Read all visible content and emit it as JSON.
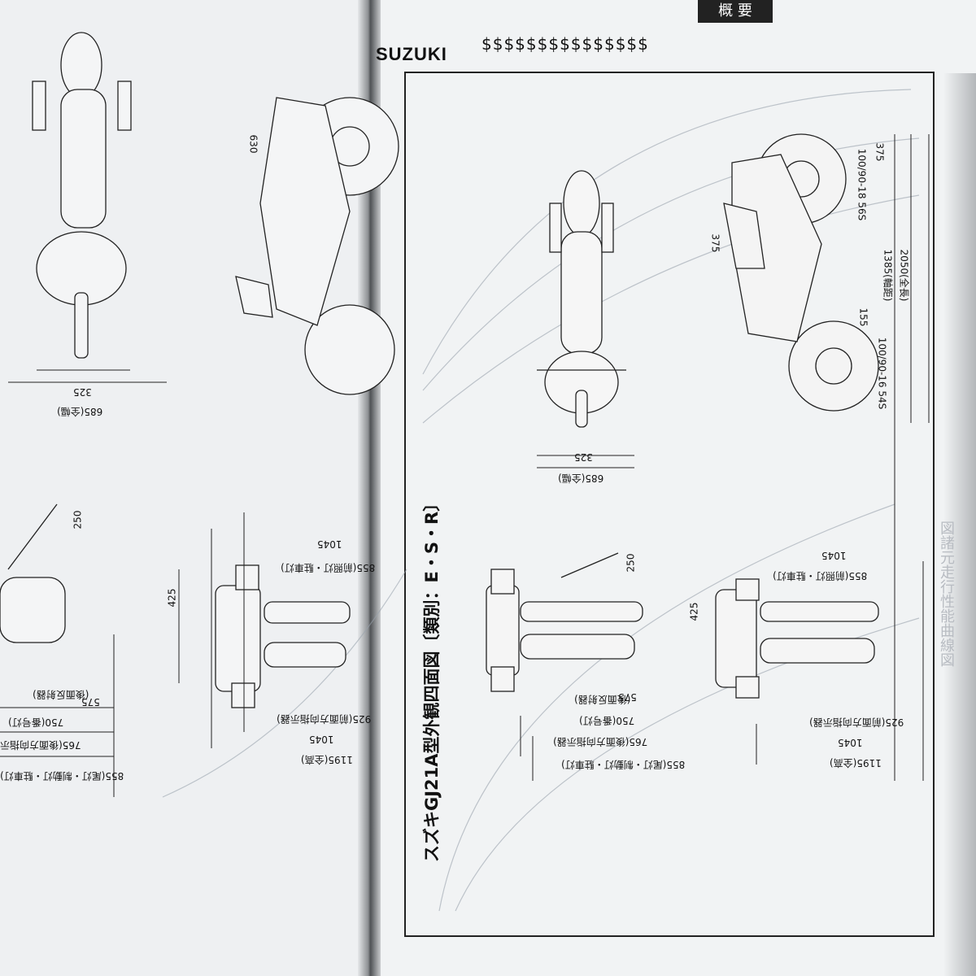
{
  "header": {
    "brand": "SUZUKI",
    "brand_pattern": "$$$$$$$$$$$$$$$",
    "tab_label": "概 要"
  },
  "figure": {
    "title": "スズキGJ21A型外観四面図〔類別：E・S・R〕"
  },
  "right_dims": {
    "width_top": "325",
    "width_total": "685(全幅)",
    "rear_lamp_height": "250",
    "front_height": "425",
    "d1045_top": "1045",
    "front_lamp": "855(前照灯・駐車灯)",
    "rear_reflector": "575",
    "rear_reflector_label": "(後面反射器)",
    "plate_lamp": "750(番号灯)",
    "rear_indicator": "765(後面方向指示器)",
    "tail_lamp": "855(尾灯・制動灯・駐車灯)",
    "front_indicator": "925(前面方向指示器)",
    "d1045_bottom": "1045",
    "height_total": "1195(全高)",
    "d375_top": "375",
    "d375_side": "375",
    "wheelbase": "1385(軸距)",
    "length_total": "2050(全長)",
    "ground": "155",
    "rear_tire": "100/90-18 56S",
    "front_tire": "100/90-16 54S"
  },
  "left_dims": {
    "height_630": "630",
    "width_325": "325",
    "width_685": "685(全幅)",
    "d250": "250",
    "d425": "425",
    "d1045a": "1045",
    "d855a": "855(前照灯・駐車灯)",
    "d925": "925(前面方向指示器)",
    "d1045b": "1045",
    "d1195": "1195(全高)",
    "d575": "575",
    "d575_label": "(後面反射器)",
    "d750": "750(番号灯)",
    "d765": "765(後面方向指示",
    "d855b": "855(尾灯・制動灯・駐車灯)"
  },
  "background_text": {
    "right_side_label": "図諸元走行性能曲線図"
  }
}
